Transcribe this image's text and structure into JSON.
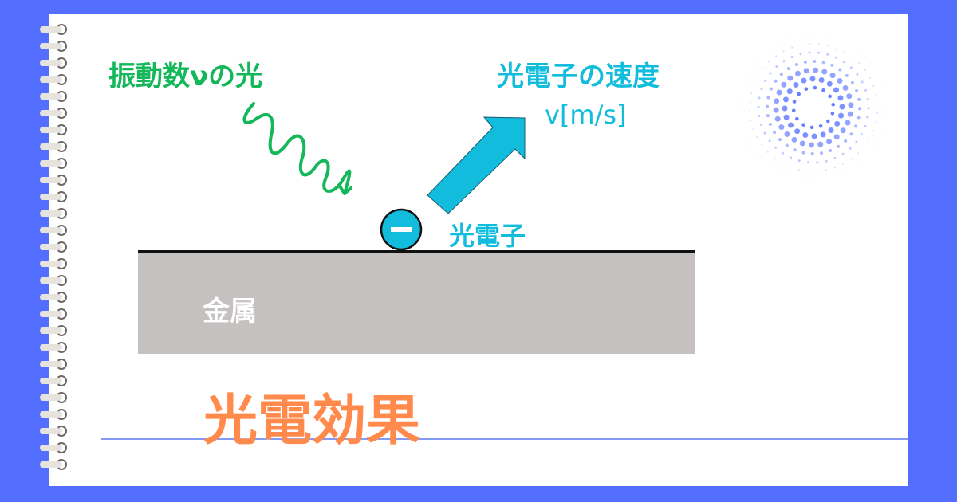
{
  "labels": {
    "light": "振動数νの光",
    "velocity_title": "光電子の速度",
    "velocity_unit": "v[m/s]",
    "photoelectron": "光電子",
    "electron_sign": "ー",
    "metal": "金属",
    "title": "光電効果"
  },
  "colors": {
    "background": "#546FFF",
    "light": "#14B85A",
    "electron": "#12BCDC",
    "title": "#FF8A4C",
    "metal": "#C4C1C0"
  }
}
